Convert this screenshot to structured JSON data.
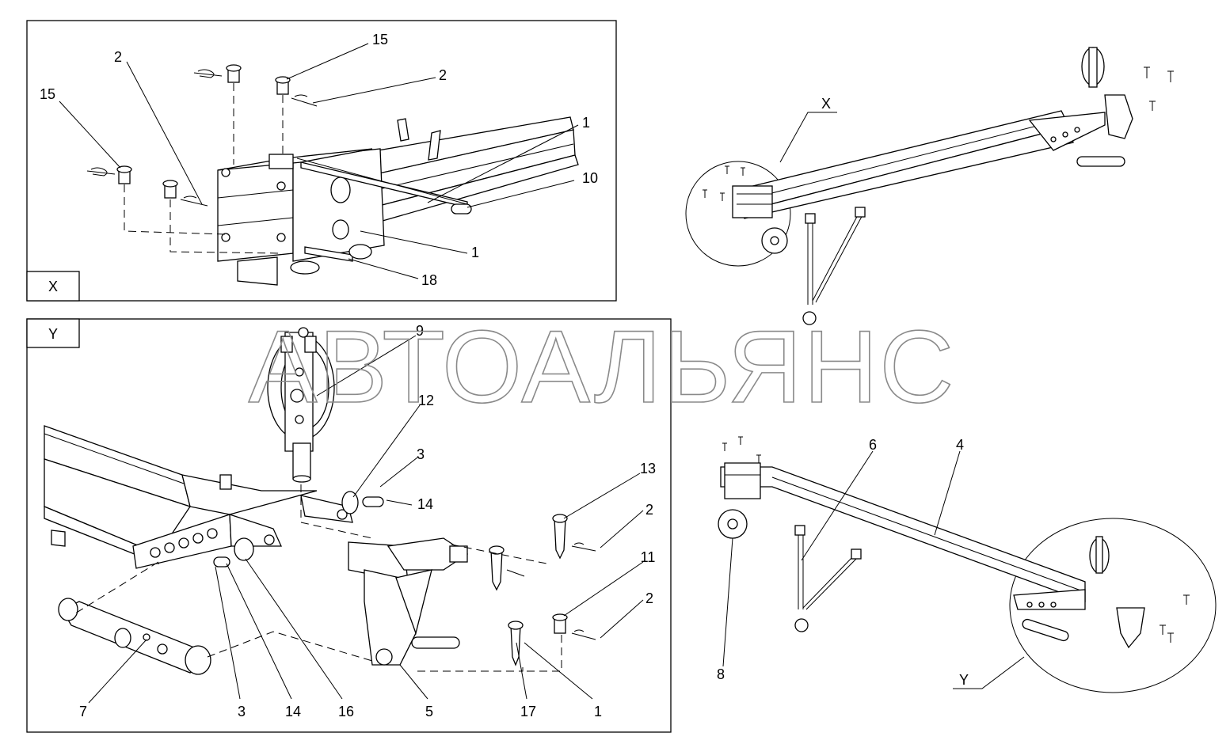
{
  "watermark": "АВТОАЛЬЯНС",
  "view_x": {
    "tag": "X"
  },
  "view_y": {
    "tag": "Y"
  },
  "overview_tags": {
    "x_callout": "X",
    "y_callout": "Y"
  },
  "callouts_x": [
    "15",
    "2",
    "15",
    "2",
    "1",
    "10",
    "1",
    "18"
  ],
  "callouts_y": [
    "9",
    "12",
    "3",
    "14",
    "13",
    "2",
    "11",
    "2",
    "7",
    "3",
    "14",
    "16",
    "5",
    "17",
    "1"
  ],
  "callouts_overview": [
    "6",
    "4",
    "8"
  ]
}
